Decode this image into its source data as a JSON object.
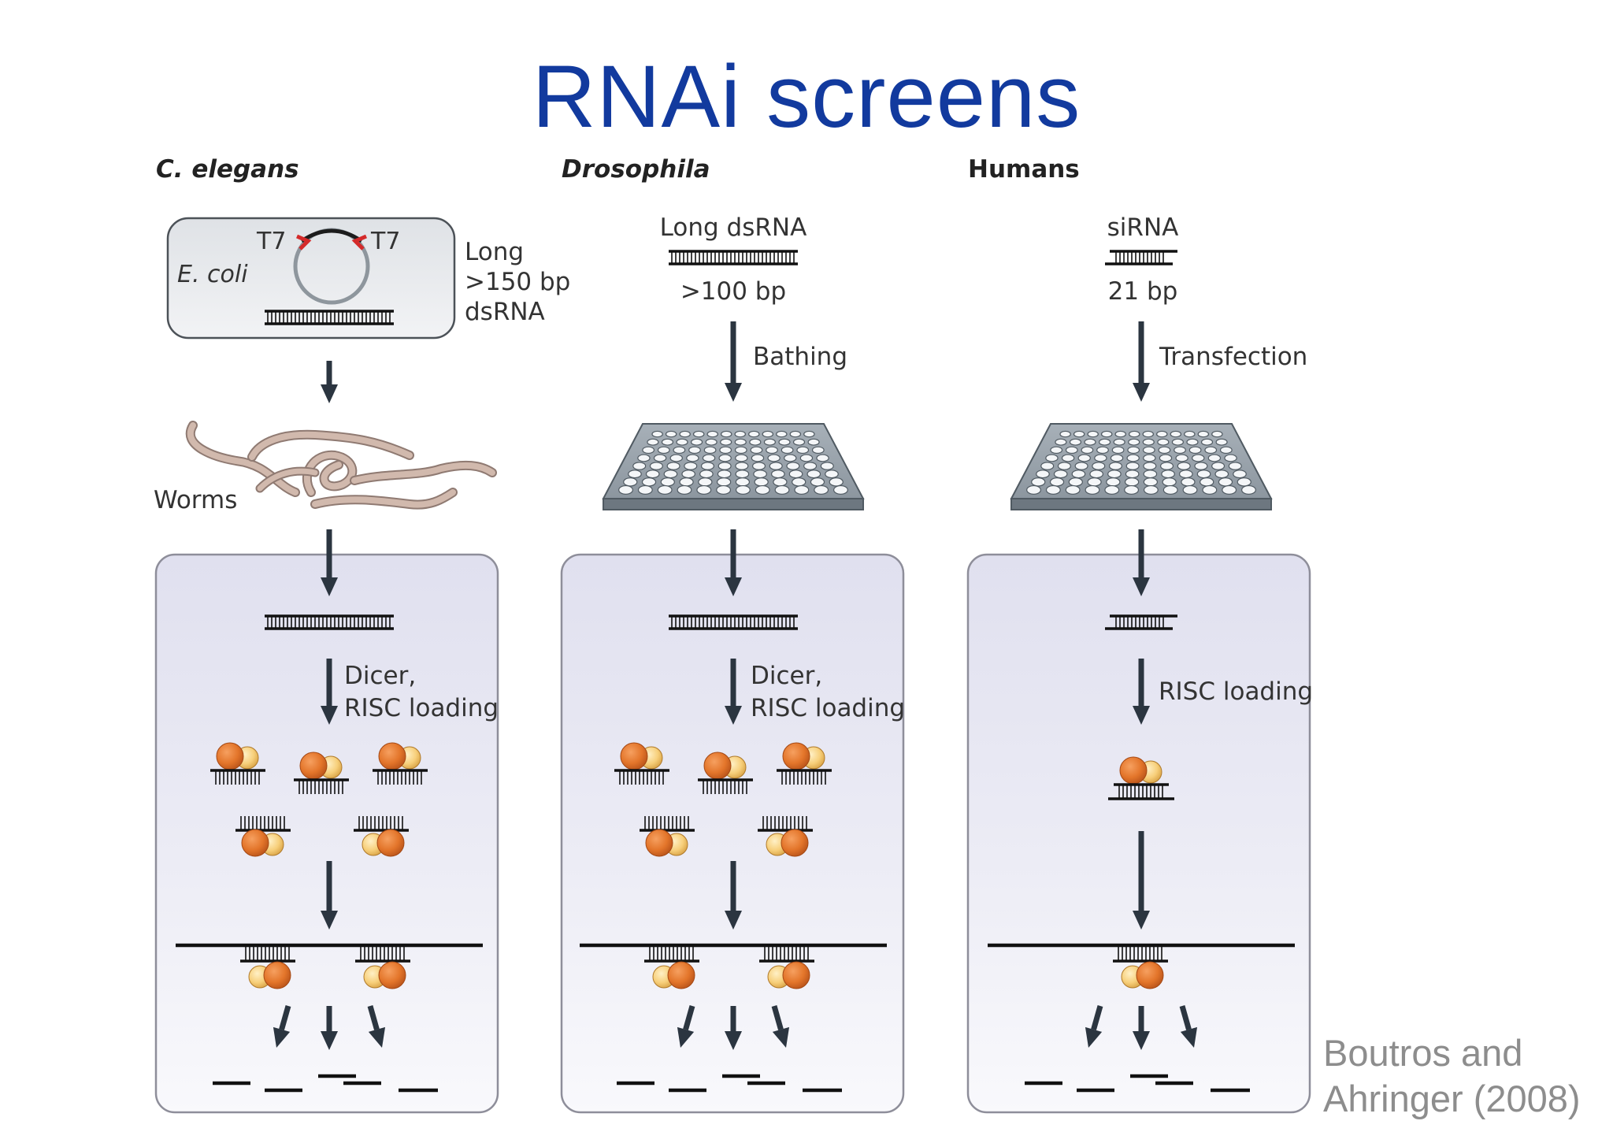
{
  "title": "RNAi screens",
  "credit": {
    "line1": "Boutros and",
    "line2": "Ahringer (2008)"
  },
  "columns": [
    {
      "species": "C. elegans",
      "ecoli_label": "E. coli",
      "t7_left": "T7",
      "t7_right": "T7",
      "rna_desc": [
        "Long",
        ">150 bp",
        "dsRNA"
      ],
      "organism_label": "Worms",
      "processing_label": [
        "Dicer,",
        "RISC loading"
      ]
    },
    {
      "species": "Drosophila",
      "rna_top_label": "Long dsRNA",
      "rna_bottom_label": ">100 bp",
      "delivery_label": "Bathing",
      "processing_label": [
        "Dicer,",
        "RISC loading"
      ]
    },
    {
      "species": "Humans",
      "rna_top_label": "siRNA",
      "rna_bottom_label": "21 bp",
      "delivery_label": "Transfection",
      "processing_label": [
        "RISC loading"
      ]
    }
  ],
  "colors": {
    "title": "#123a9e",
    "arrow": "#2b3540",
    "panel_fill": "#e6e6f3",
    "panel_stroke": "#9a9aa6",
    "risc_dark": "#e3752a",
    "risc_light": "#f7cf7a",
    "primer": "#d42a2a",
    "plate": "#7f8b95",
    "worm": "#d1b9ad",
    "credit": "#8d8d8d"
  }
}
